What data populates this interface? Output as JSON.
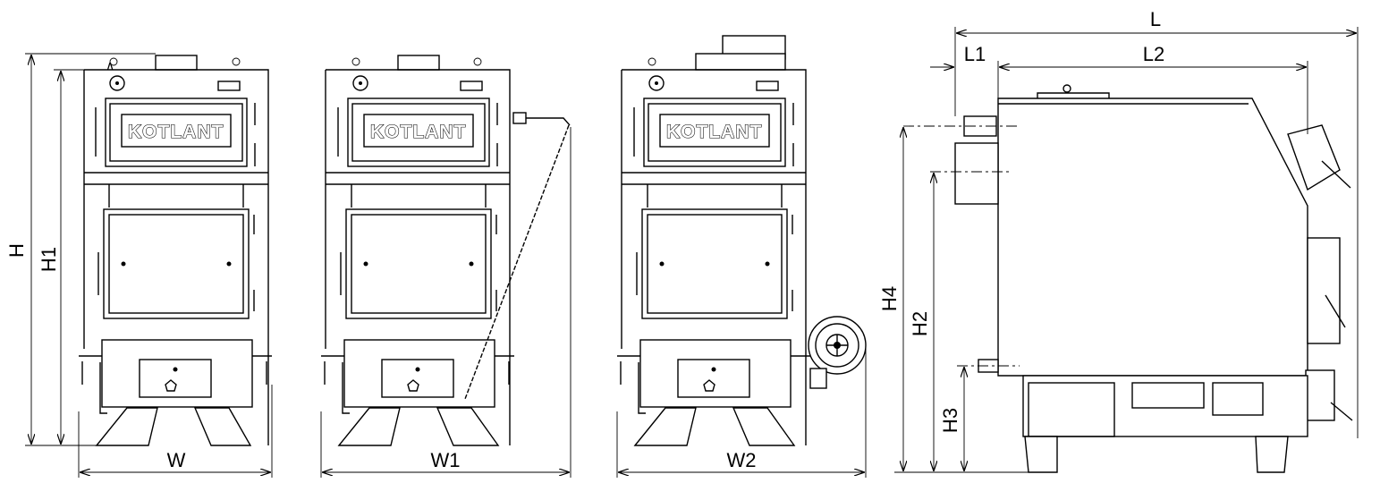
{
  "brand": "KOTLANT",
  "views": [
    {
      "name": "front-view",
      "width_label": "W"
    },
    {
      "name": "front-view-with-thermoregulator",
      "width_label": "W1"
    },
    {
      "name": "front-view-with-fan",
      "width_label": "W2"
    }
  ],
  "front_dimensions": {
    "height_overall": "H",
    "height_body": "H1"
  },
  "side_dimensions": {
    "length_overall": "L",
    "length_front": "L1",
    "length_body": "L2",
    "height_outlet": "H4",
    "height_inlet_upper": "H2",
    "height_inlet_lower": "H3"
  }
}
